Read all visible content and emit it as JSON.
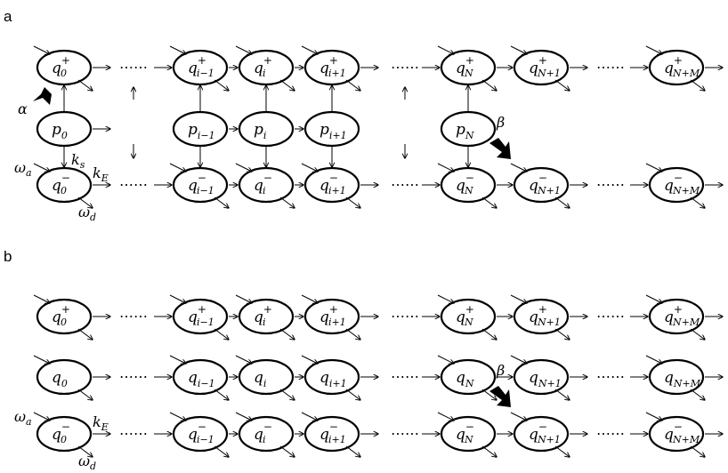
{
  "panels": [
    {
      "label": "a",
      "rows": [
        {
          "kind": "plus",
          "nodes": [
            [
              "q",
              "0",
              "+"
            ],
            [
              "q",
              "i−1",
              "+"
            ],
            [
              "q",
              "i",
              "+"
            ],
            [
              "q",
              "i+1",
              "+"
            ],
            [
              "q",
              "N",
              "+"
            ],
            [
              "q",
              "N+1",
              "+"
            ],
            [
              "q",
              "N+M",
              "+"
            ]
          ]
        },
        {
          "kind": "mid",
          "nodes": [
            [
              "p",
              "0",
              ""
            ],
            [
              "p",
              "i−1",
              ""
            ],
            [
              "p",
              "i",
              ""
            ],
            [
              "p",
              "i+1",
              ""
            ],
            [
              "p",
              "N",
              ""
            ]
          ]
        },
        {
          "kind": "minus",
          "nodes": [
            [
              "q",
              "0",
              "−"
            ],
            [
              "q",
              "i−1",
              "−"
            ],
            [
              "q",
              "i",
              "−"
            ],
            [
              "q",
              "i+1",
              "−"
            ],
            [
              "q",
              "N",
              "−"
            ],
            [
              "q",
              "N+1",
              "−"
            ],
            [
              "q",
              "N+M",
              "−"
            ]
          ]
        }
      ],
      "rates": {
        "alpha": "α",
        "beta": "β",
        "ks": [
          "k",
          "s"
        ],
        "kE": [
          "k",
          "E"
        ],
        "wa": [
          "ω",
          "a"
        ],
        "wd": [
          "ω",
          "d"
        ]
      }
    },
    {
      "label": "b",
      "rows": [
        {
          "kind": "plus",
          "nodes": [
            [
              "q",
              "0",
              "+"
            ],
            [
              "q",
              "i−1",
              "+"
            ],
            [
              "q",
              "i",
              "+"
            ],
            [
              "q",
              "i+1",
              "+"
            ],
            [
              "q",
              "N",
              "+"
            ],
            [
              "q",
              "N+1",
              "+"
            ],
            [
              "q",
              "N+M",
              "+"
            ]
          ]
        },
        {
          "kind": "mid",
          "nodes": [
            [
              "q",
              "0",
              ""
            ],
            [
              "q",
              "i−1",
              ""
            ],
            [
              "q",
              "i",
              ""
            ],
            [
              "q",
              "i+1",
              ""
            ],
            [
              "q",
              "N",
              ""
            ],
            [
              "q",
              "N+1",
              ""
            ],
            [
              "q",
              "N+M",
              ""
            ]
          ]
        },
        {
          "kind": "minus",
          "nodes": [
            [
              "q",
              "0",
              "−"
            ],
            [
              "q",
              "i−1",
              "−"
            ],
            [
              "q",
              "i",
              "−"
            ],
            [
              "q",
              "i+1",
              "−"
            ],
            [
              "q",
              "N",
              "−"
            ],
            [
              "q",
              "N+1",
              "−"
            ],
            [
              "q",
              "N+M",
              "−"
            ]
          ]
        }
      ],
      "rates": {
        "beta": "β",
        "kE": [
          "k",
          "E"
        ],
        "wa": [
          "ω",
          "a"
        ],
        "wd": [
          "ω",
          "d"
        ]
      }
    }
  ],
  "ellipsis": "⋯⋯"
}
